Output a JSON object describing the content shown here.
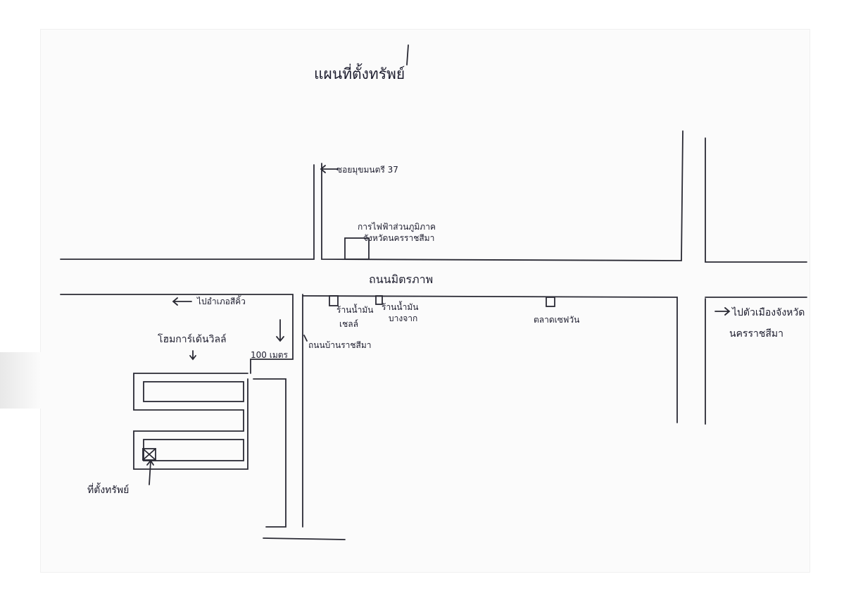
{
  "map": {
    "title": "แผนที่ตั้งทรัพย์",
    "labels": {
      "soi": "ซอยมุขมนตรี 37",
      "electricity_office": "การไฟฟ้าส่วนภูมิภาค",
      "electricity_office_2": "จังหวัดนครราชสีมา",
      "main_road": "ถนนมิตรภาพ",
      "to_sikhio": "ไปอำเภอสีคิ้ว",
      "to_city": "ไปตัวเมืองจังหวัด",
      "to_city_2": "นครราชสีมา",
      "shop_1": "ร้านน้ำมัน",
      "shop_1b": "เชลล์",
      "shop_2": "ร้านน้ำมัน",
      "shop_2b": "บางจาก",
      "market": "ตลาดเซฟวัน",
      "home_village": "โฮมการ์เด้นวิลล์",
      "distance": "100 เมตร",
      "side_road": "ถนนบ้านราชสีมา",
      "property": "ที่ตั้งทรัพย์"
    }
  }
}
